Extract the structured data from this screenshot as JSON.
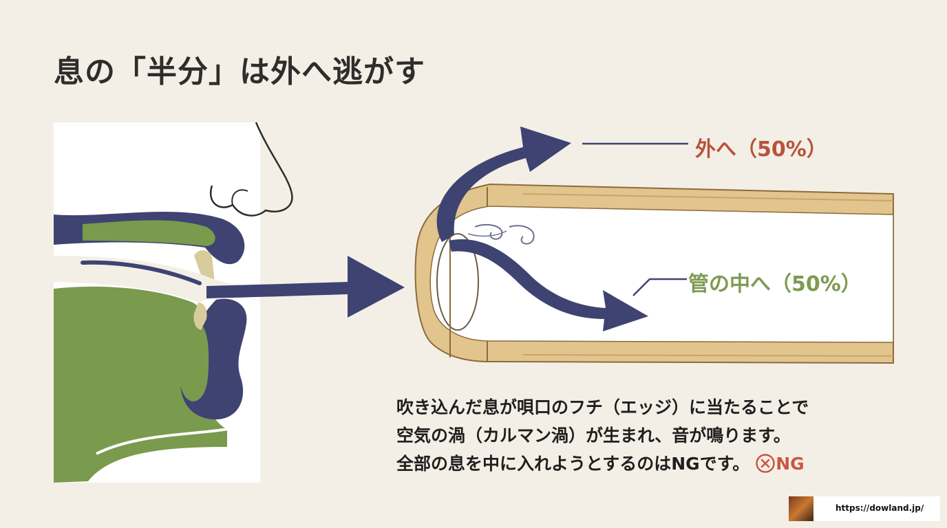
{
  "title": "息の「半分」は外へ逃がす",
  "labels": {
    "outside": "外へ（50%）",
    "inside": "管の中へ（50%）"
  },
  "description": {
    "line1": "吹き込んだ息が唄口のフチ（エッジ）に当たることで",
    "line2": "空気の渦（カルマン渦）が生まれ、音が鳴ります。",
    "line3": "全部の息を中に入れようとするのはNGです。",
    "ng": "NG"
  },
  "footer": {
    "url": "https://dowland.jp/"
  },
  "colors": {
    "background": "#f4efe6",
    "navy": "#3f4372",
    "green": "#7a9a4e",
    "bamboo": "#e2c48d",
    "outside_label": "#b5543a",
    "inside_label": "#7f9a53"
  }
}
